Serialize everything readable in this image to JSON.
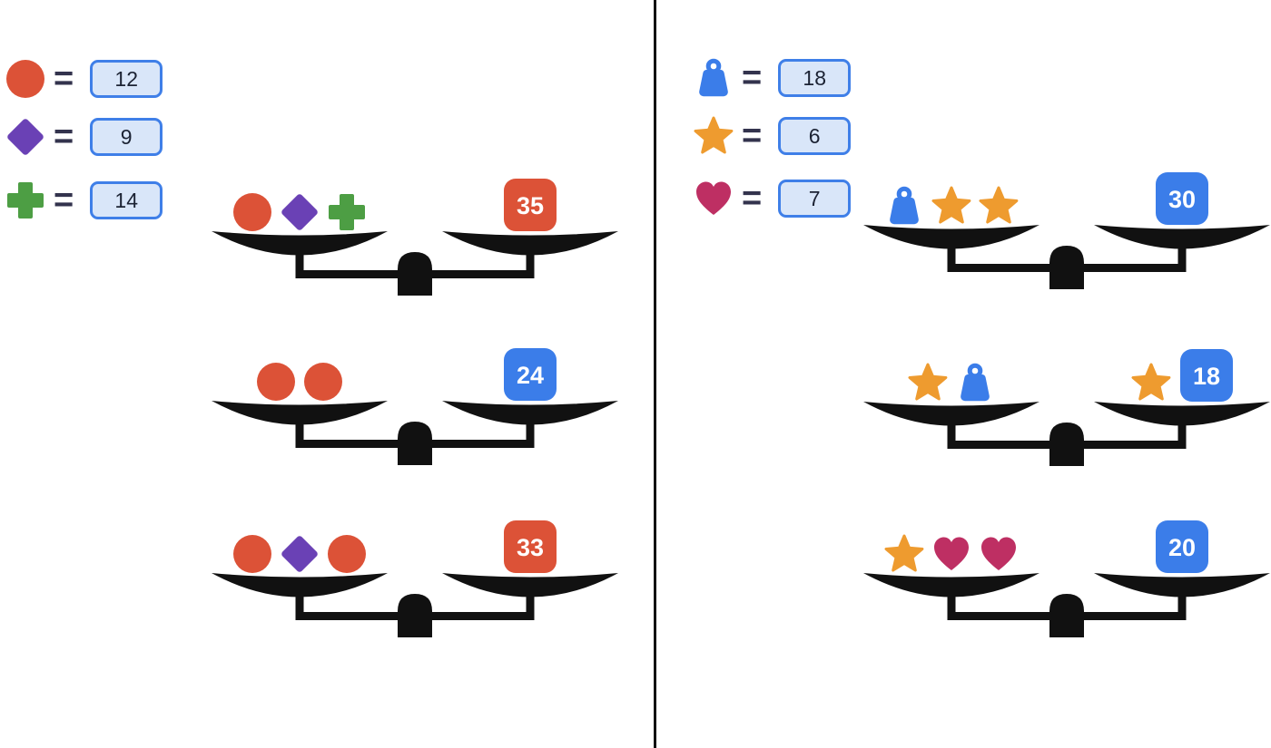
{
  "equals": "=",
  "colors": {
    "circle": "#DC5237",
    "diamond": "#6A41B5",
    "plus": "#4D9E44",
    "weight": "#3B7DE9",
    "star": "#EE9B2F",
    "heart": "#BE2F63",
    "tile_red": "#DC5237",
    "tile_blue": "#3B7DE9",
    "tile_text": "#FFFFFF",
    "answer_fill": "#D9E6F9",
    "answer_border": "#3F7FE8",
    "answer_text": "#1B2233",
    "equals_color": "#33334D",
    "scale_color": "#111111",
    "divider_color": "#111111"
  },
  "left_panel": {
    "legend": [
      {
        "shape": "circle",
        "value": "12"
      },
      {
        "shape": "diamond",
        "value": "9"
      },
      {
        "shape": "plus",
        "value": "14"
      }
    ],
    "scales": [
      {
        "left_shapes": [
          "circle",
          "diamond",
          "plus"
        ],
        "right_shapes": [],
        "tile_value": "35",
        "tile_color": "tile_red"
      },
      {
        "left_shapes": [
          "circle",
          "circle"
        ],
        "right_shapes": [],
        "tile_value": "24",
        "tile_color": "tile_blue"
      },
      {
        "left_shapes": [
          "circle",
          "diamond",
          "circle"
        ],
        "right_shapes": [],
        "tile_value": "33",
        "tile_color": "tile_red"
      }
    ]
  },
  "right_panel": {
    "legend": [
      {
        "shape": "weight",
        "value": "18"
      },
      {
        "shape": "star",
        "value": "6"
      },
      {
        "shape": "heart",
        "value": "7"
      }
    ],
    "scales": [
      {
        "left_shapes": [
          "weight",
          "star",
          "star"
        ],
        "right_shapes": [],
        "tile_value": "30",
        "tile_color": "tile_blue"
      },
      {
        "left_shapes": [
          "star",
          "weight"
        ],
        "right_shapes": [
          "star"
        ],
        "tile_value": "18",
        "tile_color": "tile_blue"
      },
      {
        "left_shapes": [
          "star",
          "heart",
          "heart"
        ],
        "right_shapes": [],
        "tile_value": "20",
        "tile_color": "tile_blue"
      }
    ]
  }
}
